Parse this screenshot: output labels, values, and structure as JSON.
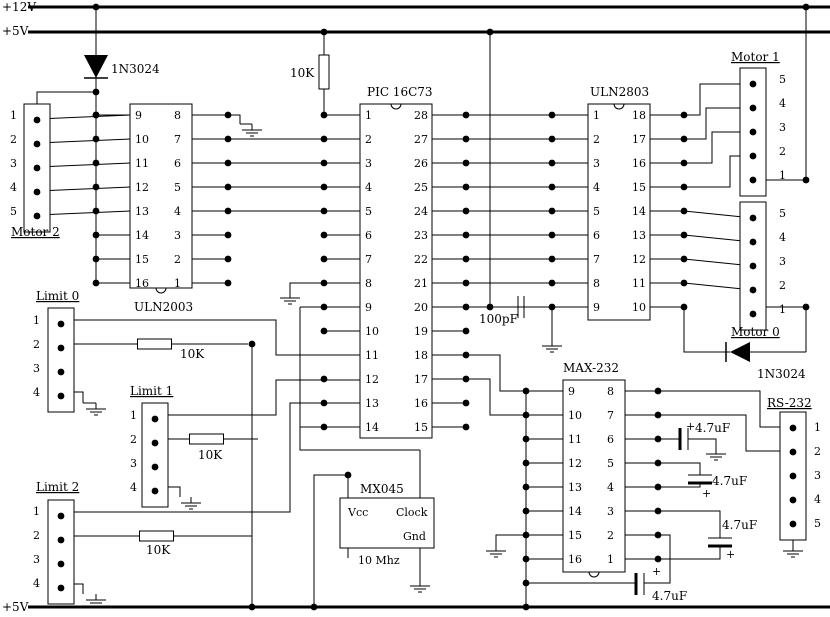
{
  "rails": {
    "v12": "+12V",
    "v5_top": "+5V",
    "v5_bottom": "+5V"
  },
  "diodes": {
    "d_top": "1N3024",
    "d_bottom": "1N3024"
  },
  "resistors": {
    "pullup": "10K",
    "limit0": "10K",
    "limit1": "10K",
    "limit2": "10K"
  },
  "chips": {
    "pic": {
      "name": "PIC 16C73",
      "left_pins": [
        "1",
        "2",
        "3",
        "4",
        "5",
        "6",
        "7",
        "8",
        "9",
        "10",
        "11",
        "12",
        "13",
        "14"
      ],
      "right_pins": [
        "28",
        "27",
        "26",
        "25",
        "24",
        "23",
        "22",
        "21",
        "20",
        "19",
        "18",
        "17",
        "16",
        "15"
      ]
    },
    "uln2003": {
      "name": "ULN2003",
      "left_pins": [
        "9",
        "10",
        "11",
        "12",
        "13",
        "14",
        "15",
        "16"
      ],
      "right_pins": [
        "8",
        "7",
        "6",
        "5",
        "4",
        "3",
        "2",
        "1"
      ]
    },
    "uln2803": {
      "name": "ULN2803",
      "left_pins": [
        "1",
        "2",
        "3",
        "4",
        "5",
        "6",
        "7",
        "8",
        "9"
      ],
      "right_pins": [
        "18",
        "17",
        "16",
        "15",
        "14",
        "13",
        "12",
        "11",
        "10"
      ]
    },
    "max232": {
      "name": "MAX-232",
      "left_pins": [
        "9",
        "10",
        "11",
        "12",
        "13",
        "14",
        "15",
        "16"
      ],
      "right_pins": [
        "8",
        "7",
        "6",
        "5",
        "4",
        "3",
        "2",
        "1"
      ]
    },
    "osc": {
      "name": "MX045",
      "vcc": "Vcc",
      "clock": "Clock",
      "gnd": "Gnd",
      "freq": "10 Mhz"
    }
  },
  "connectors": {
    "motor1": {
      "label": "Motor 1",
      "pins": [
        "5",
        "4",
        "3",
        "2",
        "1"
      ]
    },
    "motor0": {
      "label": "Motor 0",
      "pins": [
        "5",
        "4",
        "3",
        "2",
        "1"
      ]
    },
    "motor2": {
      "label": "Motor 2",
      "pins": [
        "1",
        "2",
        "3",
        "4",
        "5"
      ]
    },
    "limit0": {
      "label": "Limit 0",
      "pins": [
        "1",
        "2",
        "3",
        "4"
      ]
    },
    "limit1": {
      "label": "Limit 1",
      "pins": [
        "1",
        "2",
        "3",
        "4"
      ]
    },
    "limit2": {
      "label": "Limit 2",
      "pins": [
        "1",
        "2",
        "3",
        "4"
      ]
    },
    "rs232": {
      "label": "RS-232",
      "pins": [
        "1",
        "2",
        "3",
        "4",
        "5"
      ]
    }
  },
  "capacitors": {
    "c_osc": "100pF",
    "c1": "4.7uF",
    "c2": "4.7uF",
    "c3": "4.7uF",
    "c4": "4.7uF"
  }
}
